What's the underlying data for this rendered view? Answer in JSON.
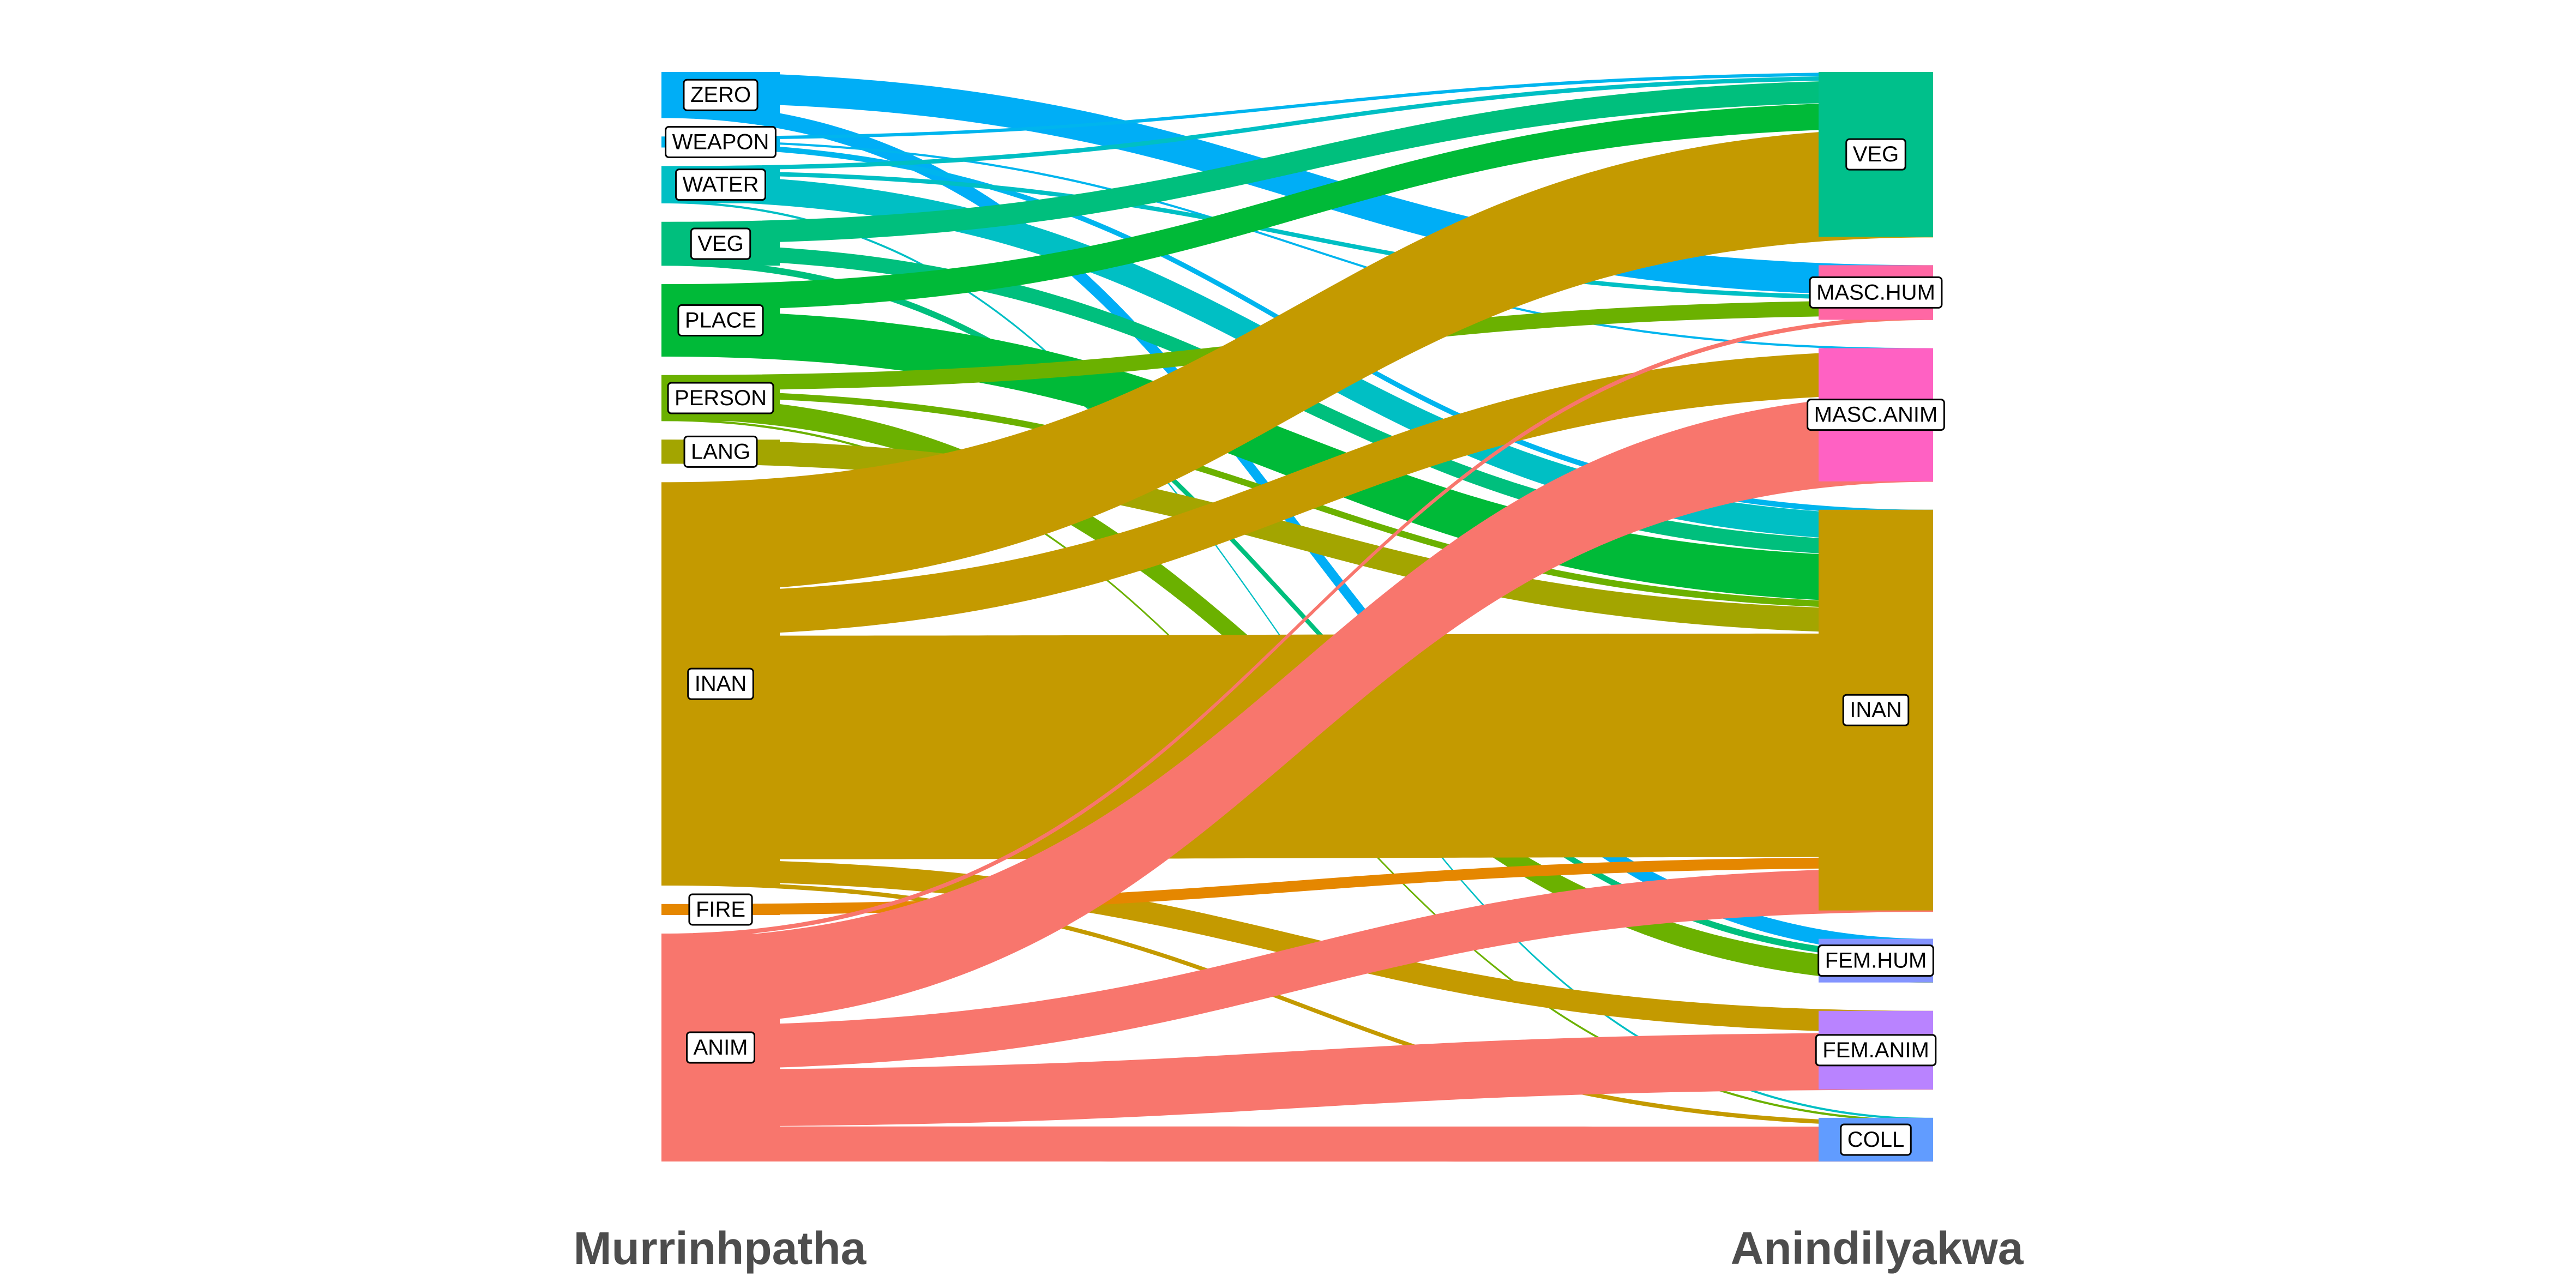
{
  "chart_data": {
    "type": "sankey",
    "axis_titles": [
      "Murrinhpatha",
      "Anindilyakwa"
    ],
    "left_nodes": [
      {
        "id": "ZERO",
        "label": "ZERO",
        "color": "#00AEF6"
      },
      {
        "id": "WEAPON",
        "label": "WEAPON",
        "color": "#00B5EE"
      },
      {
        "id": "WATER",
        "label": "WATER",
        "color": "#00BFC4"
      },
      {
        "id": "VEG",
        "label": "VEG",
        "color": "#00BF7D"
      },
      {
        "id": "PLACE",
        "label": "PLACE",
        "color": "#00BA38"
      },
      {
        "id": "PERSON",
        "label": "PERSON",
        "color": "#6BB100"
      },
      {
        "id": "LANG",
        "label": "LANG",
        "color": "#A3A500"
      },
      {
        "id": "INAN",
        "label": "INAN",
        "color": "#C49A00"
      },
      {
        "id": "FIRE",
        "label": "FIRE",
        "color": "#E58700"
      },
      {
        "id": "ANIM",
        "label": "ANIM",
        "color": "#F8766D"
      }
    ],
    "right_nodes": [
      {
        "id": "VEG",
        "label": "VEG",
        "color": "#00C08B"
      },
      {
        "id": "MASC.HUM",
        "label": "MASC.HUM",
        "color": "#FF67A4"
      },
      {
        "id": "MASC.ANIM",
        "label": "MASC.ANIM",
        "color": "#FF61C3"
      },
      {
        "id": "INAN",
        "label": "INAN",
        "color": "#C49A00"
      },
      {
        "id": "FEM.HUM",
        "label": "FEM.HUM",
        "color": "#8494FF"
      },
      {
        "id": "FEM.ANIM",
        "label": "FEM.ANIM",
        "color": "#B983FF"
      },
      {
        "id": "COLL",
        "label": "COLL",
        "color": "#619CFF"
      }
    ],
    "flows": [
      {
        "source": "ZERO",
        "target": "MASC.HUM",
        "value": 14
      },
      {
        "source": "ZERO",
        "target": "FEM.HUM",
        "value": 7
      },
      {
        "source": "WEAPON",
        "target": "VEG",
        "value": 1.5
      },
      {
        "source": "WEAPON",
        "target": "MASC.ANIM",
        "value": 1
      },
      {
        "source": "WEAPON",
        "target": "INAN",
        "value": 2.5
      },
      {
        "source": "WATER",
        "target": "VEG",
        "value": 2
      },
      {
        "source": "WATER",
        "target": "MASC.HUM",
        "value": 2
      },
      {
        "source": "WATER",
        "target": "INAN",
        "value": 12
      },
      {
        "source": "WATER",
        "target": "COLL",
        "value": 1
      },
      {
        "source": "VEG",
        "target": "VEG",
        "value": 10
      },
      {
        "source": "VEG",
        "target": "INAN",
        "value": 7
      },
      {
        "source": "VEG",
        "target": "FEM.HUM",
        "value": 3
      },
      {
        "source": "PLACE",
        "target": "VEG",
        "value": 12
      },
      {
        "source": "PLACE",
        "target": "INAN",
        "value": 21
      },
      {
        "source": "PERSON",
        "target": "MASC.HUM",
        "value": 7
      },
      {
        "source": "PERSON",
        "target": "INAN",
        "value": 3
      },
      {
        "source": "PERSON",
        "target": "FEM.HUM",
        "value": 10
      },
      {
        "source": "PERSON",
        "target": "COLL",
        "value": 1
      },
      {
        "source": "LANG",
        "target": "INAN",
        "value": 11
      },
      {
        "source": "INAN",
        "target": "VEG",
        "value": 50
      },
      {
        "source": "INAN",
        "target": "MASC.ANIM",
        "value": 20
      },
      {
        "source": "INAN",
        "target": "INAN",
        "value": 102
      },
      {
        "source": "INAN",
        "target": "FEM.ANIM",
        "value": 10
      },
      {
        "source": "INAN",
        "target": "COLL",
        "value": 2
      },
      {
        "source": "FIRE",
        "target": "INAN",
        "value": 5
      },
      {
        "source": "ANIM",
        "target": "MASC.HUM",
        "value": 2
      },
      {
        "source": "ANIM",
        "target": "MASC.ANIM",
        "value": 40
      },
      {
        "source": "ANIM",
        "target": "INAN",
        "value": 20
      },
      {
        "source": "ANIM",
        "target": "FEM.ANIM",
        "value": 26
      },
      {
        "source": "ANIM",
        "target": "COLL",
        "value": 16
      }
    ]
  }
}
